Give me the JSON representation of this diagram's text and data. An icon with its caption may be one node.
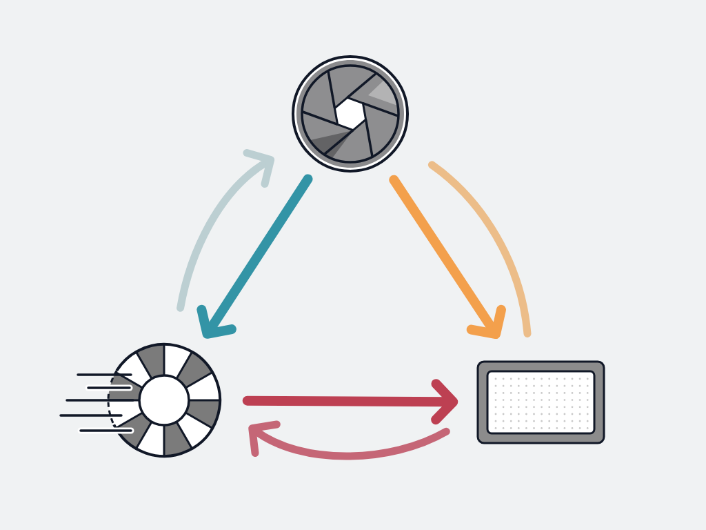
{
  "diagram": {
    "nodes": [
      {
        "text": [],
        "shape": "picture"
      },
      {
        "text": [],
        "shape": "picture"
      },
      {
        "text": [],
        "shape": "picture"
      }
    ],
    "edges": [
      {
        "from": 0,
        "to": 1,
        "arrow": "to",
        "color": "#3394a6"
      },
      {
        "from": 1,
        "to": 0,
        "arrow": "to",
        "color": "#bccfd2"
      },
      {
        "from": 0,
        "to": 2,
        "arrow": "to",
        "color": "#f3a04c"
      },
      {
        "from": 0,
        "to": 2,
        "arrow": "none",
        "color": "#ecbd89"
      },
      {
        "from": 1,
        "to": 2,
        "arrow": "to",
        "color": "#bd4052"
      },
      {
        "from": 2,
        "to": 1,
        "arrow": "to",
        "color": "#c56676"
      }
    ]
  }
}
